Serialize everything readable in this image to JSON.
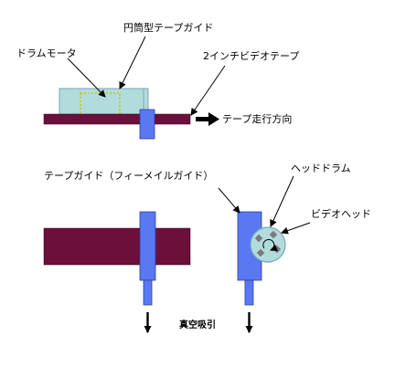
{
  "labels": {
    "cylinder_guide": "円筒型テープガイド",
    "drum_motor": "ドラムモータ",
    "video_tape": "2インチビデオテープ",
    "tape_direction": "テープ走行方向",
    "tape_guide_female": "テープガイド（フィーメイルガイド）",
    "head_drum": "ヘッドドラム",
    "video_head": "ビデオヘッド",
    "vacuum_suction": "真空吸引"
  },
  "colors": {
    "tape": "#6b0f3b",
    "guide": "#5a78f2",
    "drum": "#b2dcdc",
    "drum_outline": "#7aa6b6",
    "motor_dash": "#c8c800",
    "head": "#7a7a7a",
    "arrow": "#000000"
  }
}
